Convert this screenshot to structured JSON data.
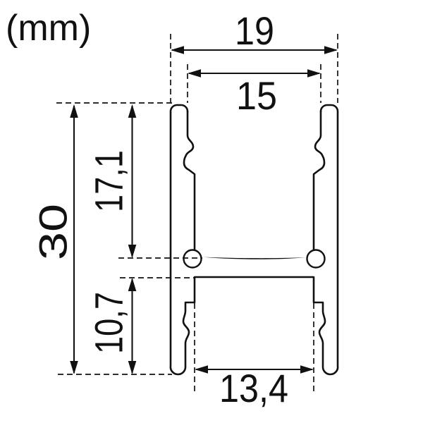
{
  "unit_label": "(mm)",
  "drawing": {
    "kind": "technical cross-section drawing",
    "subject": "LED aluminium mounting profile",
    "line_color": "#111111",
    "background_color": "#ffffff"
  },
  "dimensions": {
    "overall_width": {
      "value": "19",
      "orientation": "horizontal",
      "position": "top outer"
    },
    "opening_width": {
      "value": "15",
      "orientation": "horizontal",
      "position": "top inner"
    },
    "overall_height": {
      "value": "30",
      "orientation": "vertical",
      "position": "left outer"
    },
    "upper_depth": {
      "value": "17,1",
      "orientation": "vertical",
      "position": "left inner upper"
    },
    "lower_depth": {
      "value": "10,7",
      "orientation": "vertical",
      "position": "left inner lower"
    },
    "base_width": {
      "value": "13,4",
      "orientation": "horizontal",
      "position": "bottom"
    }
  }
}
